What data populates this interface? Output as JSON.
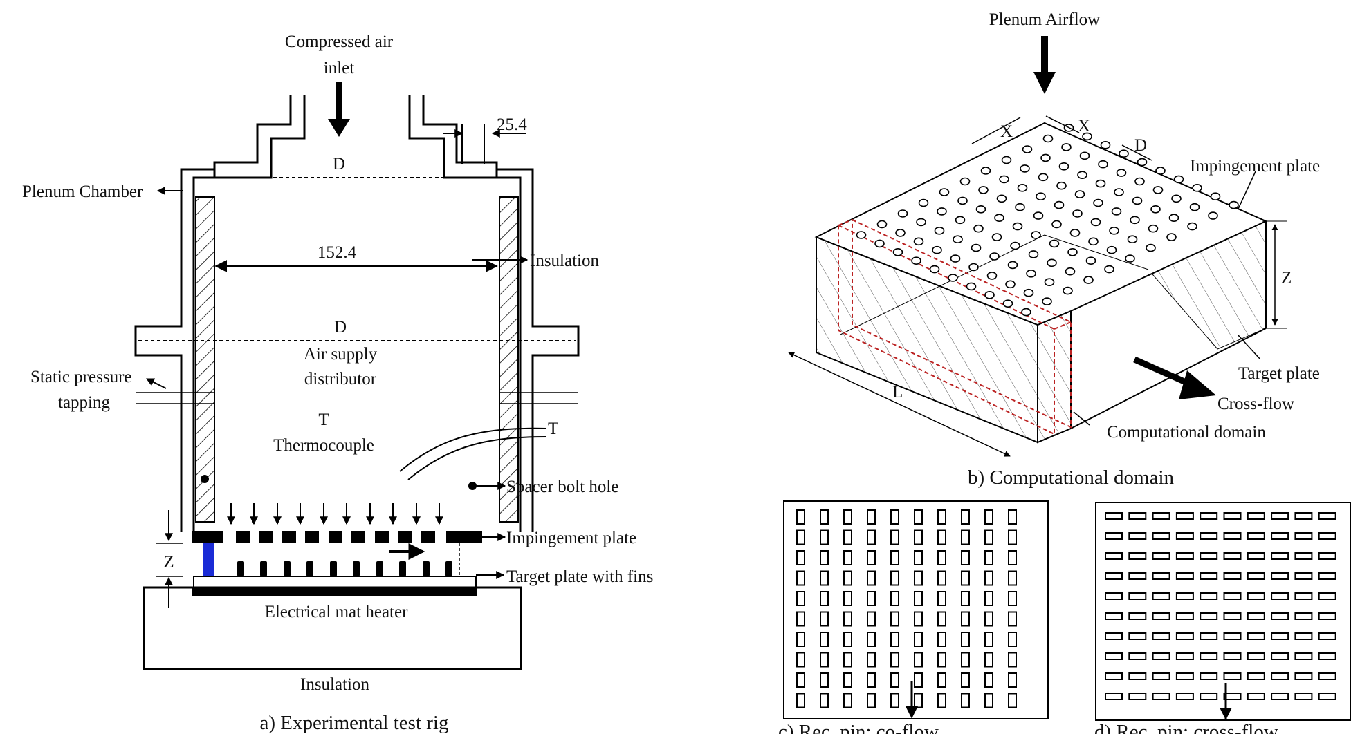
{
  "panel_a": {
    "caption": "a) Experimental  test rig",
    "compressed_air_line1": "Compressed air",
    "compressed_air_line2": "inlet",
    "dim_254": "25.4",
    "dim_d_top": "D",
    "dim_1524": "152.4",
    "dim_d_mid": "D",
    "plenum_chamber": "Plenum Chamber",
    "insulation_right": "Insulation",
    "air_supply_line1": "Air supply",
    "air_supply_line2": "distributor",
    "static_pressure_line1": "Static pressure",
    "static_pressure_line2": "tapping",
    "thermo_t": "T",
    "thermocouple": "Thermocouple",
    "t_right": "T",
    "spacer_bolt_hole": "Spacer bolt hole",
    "impingement_plate": "Impingement plate",
    "target_plate": "Target plate with  fins",
    "z_label": "Z",
    "heater": "Electrical mat heater",
    "insulation_bottom": "Insulation"
  },
  "panel_b": {
    "caption": "b) Computational  domain",
    "plenum_airflow": "Plenum Airflow",
    "impingement_plate": "Impingement plate",
    "target_plate": "Target plate",
    "cross_flow": "Cross-flow",
    "computational_domain": "Computational domain",
    "x1": "X",
    "x2": "X",
    "d": "D",
    "z": "Z",
    "l": "L"
  },
  "panel_c": {
    "caption": "c) Rec. pin: co-flow"
  },
  "panel_d": {
    "caption": "d) Rec. pin: cross-flow"
  }
}
